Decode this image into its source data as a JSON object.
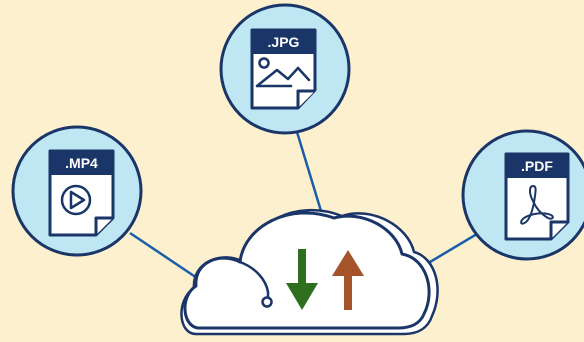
{
  "files": {
    "jpg": {
      "label": ".JPG",
      "icon": "image-file-icon"
    },
    "mp4": {
      "label": ".MP4",
      "icon": "video-file-icon"
    },
    "pdf": {
      "label": ".PDF",
      "icon": "pdf-file-icon"
    }
  },
  "cloud": {
    "icon": "cloud-icon",
    "download_icon": "download-arrow-icon",
    "upload_icon": "upload-arrow-icon"
  },
  "colors": {
    "background": "#fdf0cf",
    "circle_fill": "#bfe6f3",
    "outline": "#1a3567",
    "download_arrow": "#2e6e1f",
    "upload_arrow": "#a4532a"
  }
}
